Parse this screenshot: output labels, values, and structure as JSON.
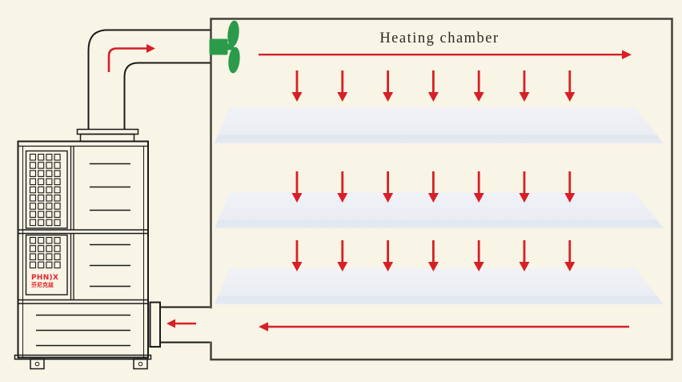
{
  "title": "Heating chamber",
  "unit": {
    "brand_line1": "PHN)X",
    "brand_line2": "芬尼克兹",
    "grille_top": {
      "rows": 9,
      "cols": 4
    },
    "grille_mid": {
      "rows": 4,
      "cols": 4
    },
    "vent_lines_top_panel": 3,
    "vent_lines_mid_panel": 3,
    "vent_lines_bottom": 3,
    "feet": 2
  },
  "chamber": {
    "shelves": {
      "count": 3
    }
  },
  "airflow": {
    "down_arrow_rows": 3,
    "down_arrows_per_row": 7,
    "top_arrow_direction": "right",
    "bottom_arrow_direction": "left",
    "supply_elbow_arrow_direction": "right",
    "return_duct_arrow_direction": "left"
  },
  "colors": {
    "background": "#f8f4e6",
    "chamber_border": "#45423b",
    "outline": "#1a1a1a",
    "arrow_red": "#d71f26",
    "fan_green": "#2b9a4a",
    "shelf_fill": "#eaedf3",
    "shelf_edge": "#dfe5ef",
    "brand_red": "#e3252b"
  }
}
